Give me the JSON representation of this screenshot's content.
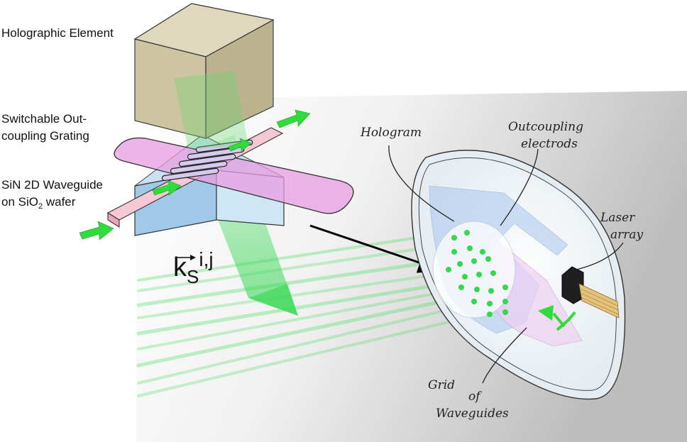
{
  "labels": {
    "holographic_element": "Holographic Element",
    "outcoupling_grating": [
      "Switchable Out-",
      "coupling Grating"
    ],
    "waveguide": {
      "line1": "SiN 2D Waveguide",
      "line2_prefix": "on SiO",
      "line2_sub": "2",
      "line2_suffix": " wafer"
    },
    "wavevector": {
      "symbol": "k",
      "subscript": "S",
      "superscript": "i,j"
    }
  },
  "annotations": {
    "hologram": "Hologram",
    "outcoupling_electrodes": [
      "Outcoupling",
      "electrods"
    ],
    "laser_array": [
      "Laser",
      "array"
    ],
    "grid_of_waveguides": [
      "Grid",
      "of",
      "Waveguides"
    ]
  },
  "colors": {
    "holographic_box": "#c9c09a",
    "grating_slab": "#e89de0",
    "wafer_block": "#bcdcf0",
    "light_green": "#35d24a",
    "light_arrow": "#2fdc3a",
    "background_plane": "#cfcfcf"
  }
}
